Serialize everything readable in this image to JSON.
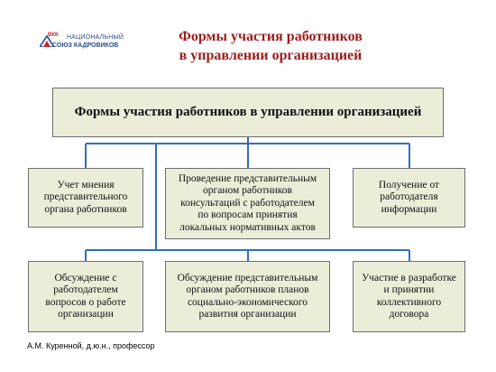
{
  "logo": {
    "abbr": "ВКК",
    "line1": "НАЦИОНАЛЬНЫЙ",
    "line2": "СОЮЗ КАДРОВИКОВ",
    "colors": {
      "primary": "#2b4f8c",
      "accent": "#c4262e"
    }
  },
  "title": {
    "line1": "Формы участия работников",
    "line2": "в управлении организацией"
  },
  "diagram": {
    "root": "Формы участия работников в управлении организацией",
    "row1": [
      "Учет мнения\nпредставительного\nоргана работников",
      "Проведение представительным\nорганом работников\nконсультаций с работодателем\nпо вопросам принятия\nлокальных нормативных актов",
      "Получение от\nработодателя\nинформации"
    ],
    "row2": [
      "Обсуждение с\nработодателем\nвопросов о работе\nорганизации",
      "Обсуждение представительным\nорганом работников планов\nсоциально-экономического\nразвития организации",
      "Участие в разработке\nи принятии\nколлективного\nдоговора"
    ]
  },
  "colors": {
    "title": "#9c1c1c",
    "box_fill": "#ebedd9",
    "box_border": "#6d6d6d",
    "connector": "#2f6fbf"
  },
  "footer": {
    "author": "А.М. Куренной, д.ю.н., профессор"
  }
}
